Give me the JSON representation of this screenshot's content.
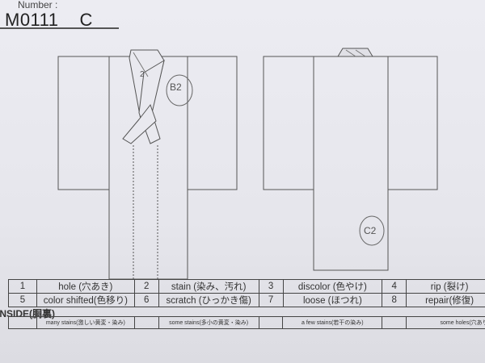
{
  "header": {
    "number_label": "Number :",
    "code": "M0111",
    "grade": "C"
  },
  "annotations": {
    "front_collar": "2",
    "front_body": "B2",
    "back_body": "C2"
  },
  "legend": [
    [
      {
        "num": "1",
        "label": "hole (穴あき)"
      },
      {
        "num": "2",
        "label": "stain (染み、汚れ)"
      },
      {
        "num": "3",
        "label": "discolor (色やけ)"
      },
      {
        "num": "4",
        "label": "rip (裂け)"
      }
    ],
    [
      {
        "num": "5",
        "label": "color shifted(色移り)"
      },
      {
        "num": "6",
        "label": "scratch (ひっかき傷)"
      },
      {
        "num": "7",
        "label": "loose (ほつれ)"
      },
      {
        "num": "8",
        "label": "repair(修復)"
      }
    ]
  ],
  "inside": {
    "title": "INSIDE(胴裏)",
    "items": [
      "many stains(激しい黄変・染み)",
      "some stains(多小の黄変・染み)",
      "a few stains(若干の染み)",
      "some holes(穴あり)"
    ]
  }
}
